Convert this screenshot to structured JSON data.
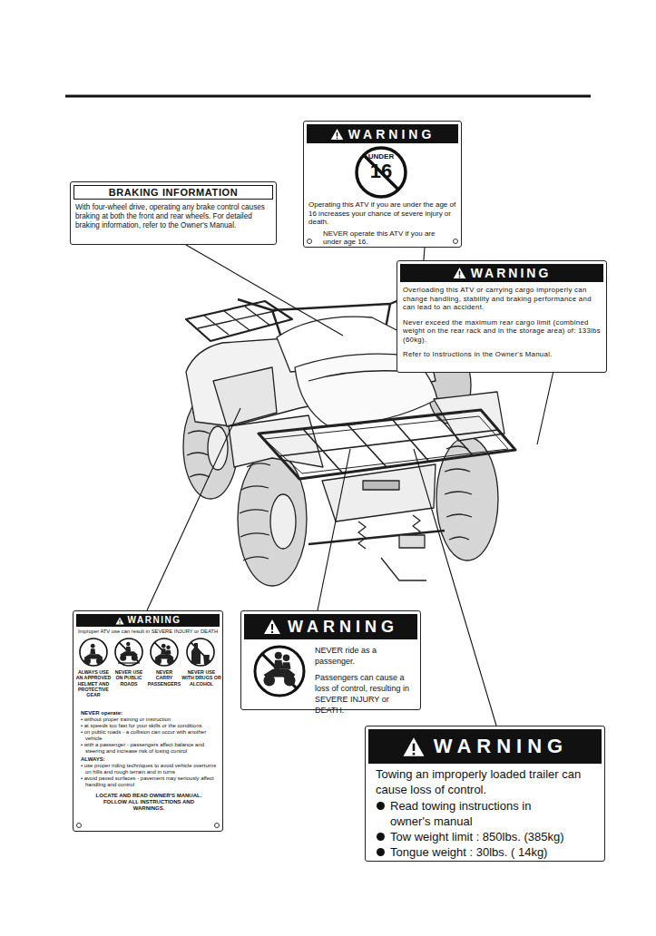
{
  "diagram": {
    "nodes": [
      {
        "text": [
          "WARNING",
          "UNDER",
          "16",
          "Operating this ATV if you are under the age of 16 increases your chance of severe injury or death.",
          "NEVER operate this ATV if you are under age 16."
        ]
      },
      {
        "text": [
          "BRAKING INFORMATION",
          "With four-wheel drive, operating any brake control causes braking at both the front and rear wheels. For detailed braking information, refer to the Owner's Manual."
        ]
      },
      {
        "text": [
          "WARNING",
          "Overloading this ATV or carrying cargo improperly can change handling, stability and braking performance and can lead to an accident.",
          "Never exceed the maximum rear cargo limit (combined weight on the rear rack and in the storage area) of: 133lbs (60kg).",
          "Refer to Instructions in the Owner's Manual."
        ]
      },
      {
        "text": [
          "WARNING",
          "Improper ATV use can result in SEVERE INJURY or DEATH",
          "ALWAYS USE AN APPROVED HELMET AND PROTECTIVE GEAR",
          "NEVER USE ON PUBLIC ROADS",
          "NEVER CARRY PASSENGERS",
          "NEVER USE WITH DRUGS OR ALCOHOL",
          "NEVER operate:",
          "• without proper training or instruction",
          "• at speeds too fast for your skills or the conditions",
          "• on public roads - a collision can occur with another vehicle",
          "• with a passenger - passengers affect balance and steering and increase risk of losing control",
          "ALWAYS:",
          "• use proper riding techniques to avoid vehicle overturns on hills and rough terrain and in turns",
          "• avoid paved surfaces - pavement may seriously affect handling and control",
          "LOCATE AND READ OWNER'S MANUAL. FOLLOW ALL INSTRUCTIONS AND WARNINGS."
        ]
      },
      {
        "text": [
          "WARNING",
          "NEVER ride as a passenger.",
          "Passengers can cause a loss of control, resulting in SEVERE INJURY or DEATH."
        ]
      },
      {
        "text": [
          "WARNING",
          "Towing an improperly loaded trailer can cause loss of control.",
          "Read towing instructions in owner's manual",
          "Tow weight limit : 850lbs. (385kg)",
          "Tongue weight : 30lbs. ( 14kg)"
        ]
      }
    ]
  }
}
